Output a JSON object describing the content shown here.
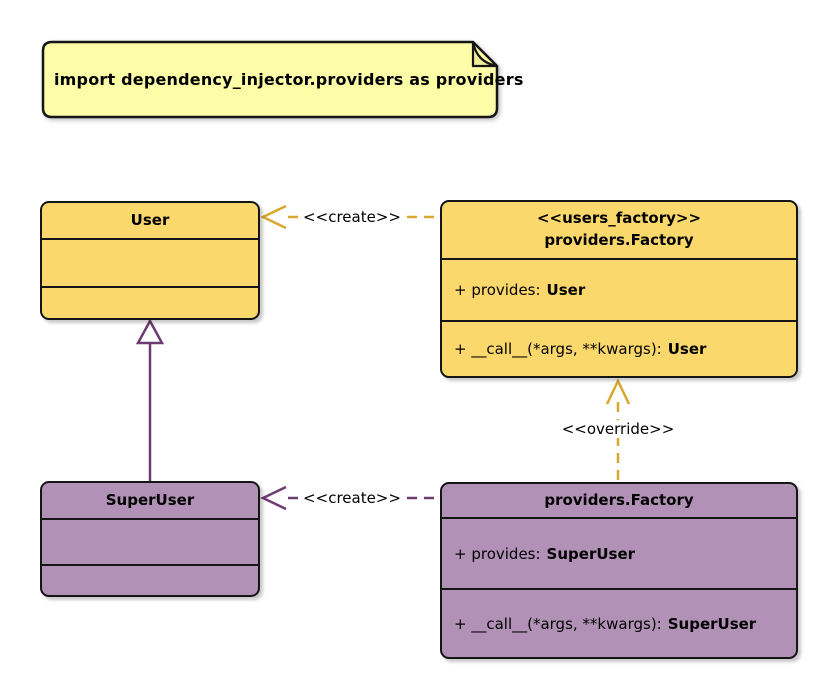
{
  "note": {
    "text": "import dependency_injector.providers as providers"
  },
  "classes": {
    "user": {
      "title": "User"
    },
    "users_factory": {
      "stereotype": "<<users_factory>>",
      "title": "providers.Factory",
      "provides_label": "+ provides:",
      "provides_type": "User",
      "call_label": "+ __call__(*args, **kwargs):",
      "call_type": "User"
    },
    "super_user": {
      "title": "SuperUser"
    },
    "super_user_factory": {
      "title": "providers.Factory",
      "provides_label": "+ provides:",
      "provides_type": "SuperUser",
      "call_label": "+ __call__(*args, **kwargs):",
      "call_type": "SuperUser"
    }
  },
  "edges": {
    "create_user": {
      "label": "<<create>>"
    },
    "create_super_user": {
      "label": "<<create>>"
    },
    "override": {
      "label": "<<override>>"
    }
  },
  "colors": {
    "gold_fill": "#FBD86B",
    "purple_fill": "#B191B6",
    "note_fill": "#FDFDA8",
    "border": "#151515",
    "gold_edge": "#D9A62E",
    "purple_edge": "#6E3A72"
  }
}
